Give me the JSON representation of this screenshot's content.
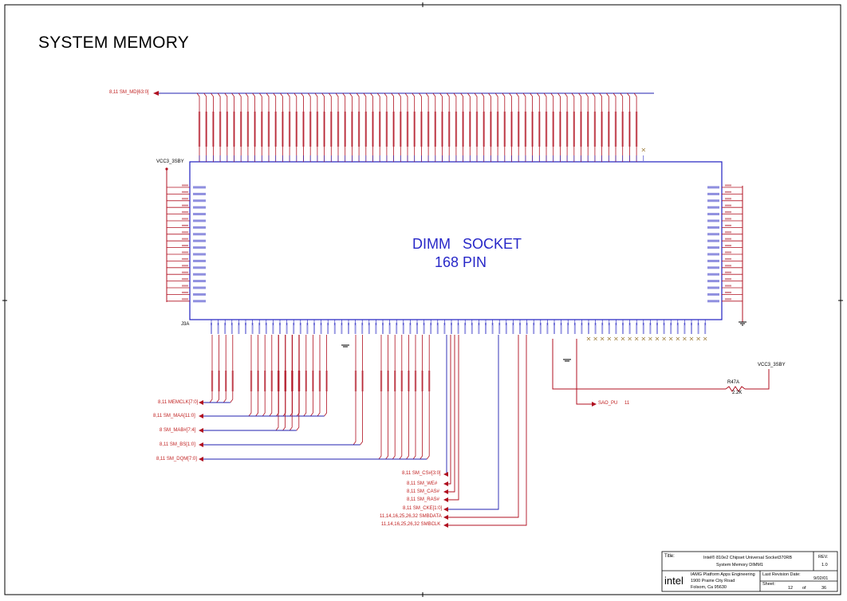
{
  "page_title": "SYSTEM MEMORY",
  "dimm_label": "DIMM  SOCKET",
  "dimm_sublabel": "168 PIN",
  "ref_designator": "J3A",
  "colors": {
    "wire": "#b01020",
    "bus": "#2020b0",
    "part": "#2020c0",
    "border": "#000000"
  },
  "power_labels": {
    "left_vcc": "VCC3_3SBY",
    "right_vcc": "VCC3_3SBY"
  },
  "nets": {
    "md_bus": "8,11 SM_MD[63:0]",
    "memclk": "8,11 MEMCLK[7:0]",
    "maa": "8,11 SM_MAA[11:0]",
    "mab": "8  SM_MAB#[7:4]",
    "bs": "8,11 SM_BS[1:0]",
    "dqm": "8,11 SM_DQM[7:0]",
    "cs": "8,11 SM_CS#[3:0]",
    "web": "8,11  SM_WE#",
    "cas": "8,11 SM_CAS#",
    "ras": "8,11 SM_RAS#",
    "cke": "8,11 SM_CKE[1:0]",
    "smbdata": "11,14,16,25,26,32 SMBDATA",
    "smbclk": "11,14,16,25,26,32 SMBCLK",
    "sao": "SAO_PU",
    "sao_ref": "11"
  },
  "resistor": {
    "ref": "R47A",
    "value": "2.2K"
  },
  "title_block": {
    "title_label": "Title:",
    "title_line1": "Intel® 810e2 Chipset Universal Socket370RB",
    "title_line2": "System Memory  DIMM1",
    "rev_label": "REV.",
    "rev_value": "1.0",
    "company_line1": "IAMG Platform Apps Engineering",
    "company_line2": "1900 Prairie City Road",
    "company_line3": "Folsom, Ca  95630",
    "logo": "intel",
    "last_rev_label": "Last Revision Date:",
    "last_rev_value": "9/02/01",
    "sheet_label": "Sheet:",
    "sheet_value": "12",
    "sheet_of": "of",
    "sheet_total": "36"
  }
}
